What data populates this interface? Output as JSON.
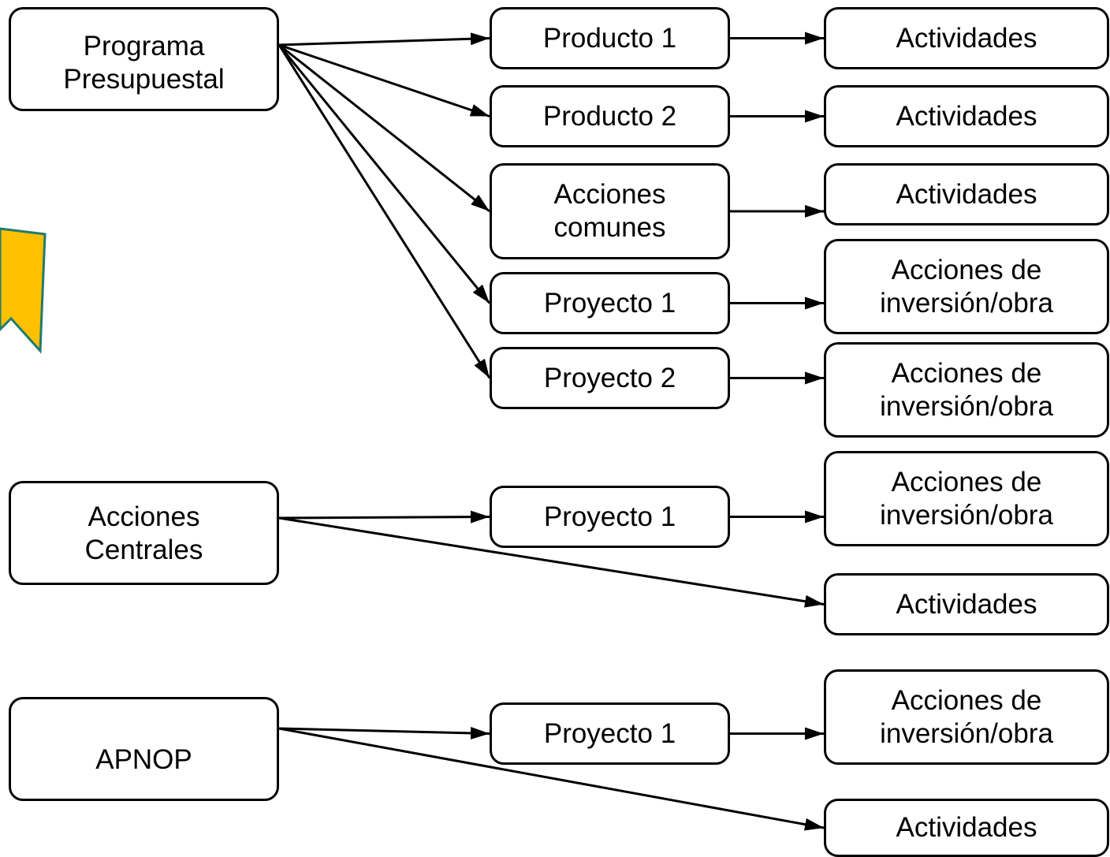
{
  "nodes": {
    "programa_presupuestal": "Programa\nPresupuestal",
    "producto_1": "Producto 1",
    "producto_2": "Producto 2",
    "acciones_comunes": "Acciones\ncomunes",
    "pp_proyecto_1": "Proyecto 1",
    "pp_proyecto_2": "Proyecto 2",
    "act_producto_1": "Actividades",
    "act_producto_2": "Actividades",
    "act_acciones_comunes": "Actividades",
    "inv_pp_proyecto_1": "Acciones de\ninversión/obra",
    "inv_pp_proyecto_2": "Acciones de\ninversión/obra",
    "acciones_centrales": "Acciones\nCentrales",
    "ac_proyecto_1": "Proyecto 1",
    "inv_ac_proyecto_1": "Acciones de\ninversión/obra",
    "act_acciones_centrales": "Actividades",
    "apnop": "APNOP",
    "apnop_proyecto_1": "Proyecto 1",
    "inv_apnop_proyecto_1": "Acciones de\ninversión/obra",
    "act_apnop": "Actividades"
  },
  "edges": [
    [
      "programa_presupuestal",
      "producto_1"
    ],
    [
      "programa_presupuestal",
      "producto_2"
    ],
    [
      "programa_presupuestal",
      "acciones_comunes"
    ],
    [
      "programa_presupuestal",
      "pp_proyecto_1"
    ],
    [
      "programa_presupuestal",
      "pp_proyecto_2"
    ],
    [
      "producto_1",
      "act_producto_1"
    ],
    [
      "producto_2",
      "act_producto_2"
    ],
    [
      "acciones_comunes",
      "act_acciones_comunes"
    ],
    [
      "pp_proyecto_1",
      "inv_pp_proyecto_1"
    ],
    [
      "pp_proyecto_2",
      "inv_pp_proyecto_2"
    ],
    [
      "acciones_centrales",
      "ac_proyecto_1"
    ],
    [
      "acciones_centrales",
      "act_acciones_centrales"
    ],
    [
      "ac_proyecto_1",
      "inv_ac_proyecto_1"
    ],
    [
      "apnop",
      "apnop_proyecto_1"
    ],
    [
      "apnop",
      "act_apnop"
    ],
    [
      "apnop_proyecto_1",
      "inv_apnop_proyecto_1"
    ]
  ],
  "colors": {
    "banner_fill": "#FFC000",
    "banner_stroke": "#1F7A6E",
    "line": "#000000"
  }
}
